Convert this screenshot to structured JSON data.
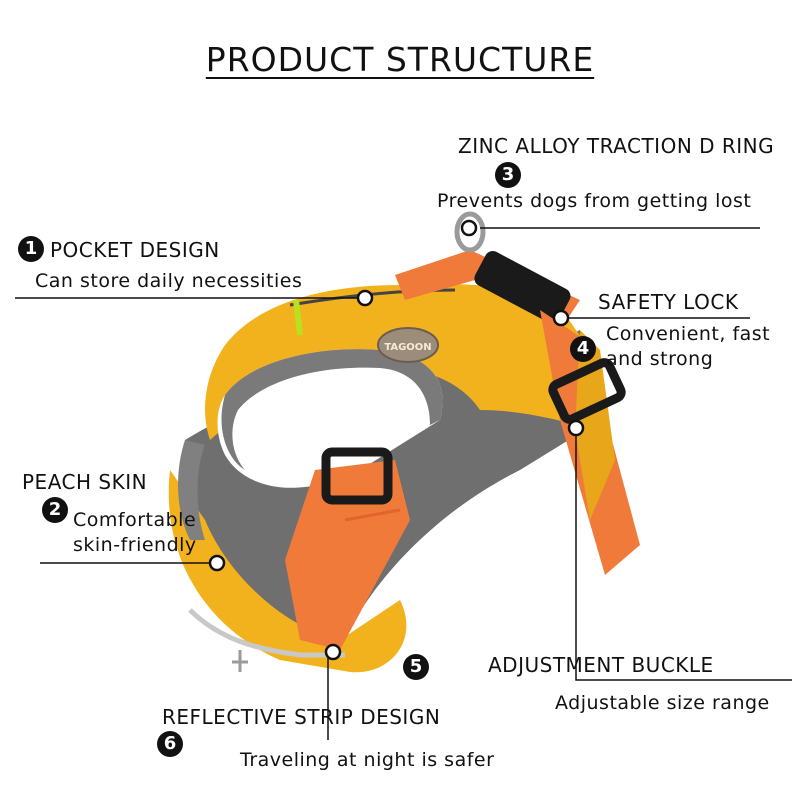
{
  "title": "PRODUCT STRUCTURE",
  "features": [
    {
      "number": "1",
      "name": "POCKET DESIGN",
      "description": "Can store daily necessities"
    },
    {
      "number": "2",
      "name": "PEACH SKIN",
      "description_line1": "Comfortable",
      "description_line2": "skin-friendly"
    },
    {
      "number": "3",
      "name": "ZINC ALLOY TRACTION D RING",
      "description": "Prevents dogs from getting lost"
    },
    {
      "number": "4",
      "name": "SAFETY LOCK",
      "description_line1": "Convenient, fast",
      "description_line2": "and strong"
    },
    {
      "number": "5",
      "name": "ADJUSTMENT BUCKLE",
      "description": "Adjustable size range"
    },
    {
      "number": "6",
      "name": "REFLECTIVE STRIP DESIGN",
      "description": "Traveling at night is safer"
    }
  ],
  "product_image": {
    "brand_badge": "TAGOON",
    "colors": {
      "body": "#f2b21d",
      "strap": "#f07a3a",
      "lining": "#707070",
      "buckle": "#1a1a1a"
    }
  }
}
